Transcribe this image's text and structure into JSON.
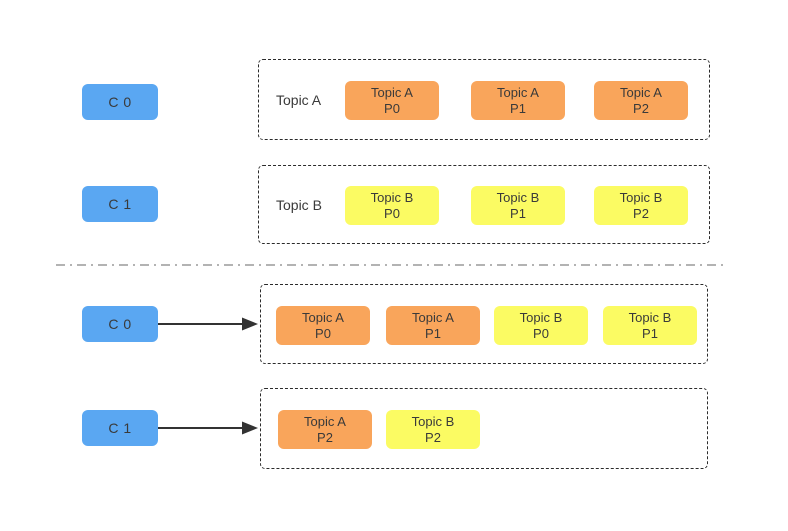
{
  "colors": {
    "consumer": "#5aa7f2",
    "topic_a": "#f9a55b",
    "topic_b": "#fbfb63",
    "box_text": "#3a3a3a",
    "border": "#2b2b2b",
    "divider": "#b3b3b3",
    "arrow": "#333333",
    "background": "#ffffff"
  },
  "top": {
    "consumers": [
      "C 0",
      "C 1"
    ],
    "topics": [
      {
        "label": "Topic A",
        "partitions": [
          {
            "topic": "Topic A",
            "partition": "P0"
          },
          {
            "topic": "Topic A",
            "partition": "P1"
          },
          {
            "topic": "Topic A",
            "partition": "P2"
          }
        ]
      },
      {
        "label": "Topic B",
        "partitions": [
          {
            "topic": "Topic B",
            "partition": "P0"
          },
          {
            "topic": "Topic B",
            "partition": "P1"
          },
          {
            "topic": "Topic B",
            "partition": "P2"
          }
        ]
      }
    ]
  },
  "bottom": {
    "assignments": [
      {
        "consumer": "C 0",
        "partitions": [
          {
            "topic": "Topic A",
            "partition": "P0"
          },
          {
            "topic": "Topic A",
            "partition": "P1"
          },
          {
            "topic": "Topic B",
            "partition": "P0"
          },
          {
            "topic": "Topic B",
            "partition": "P1"
          }
        ]
      },
      {
        "consumer": "C 1",
        "partitions": [
          {
            "topic": "Topic A",
            "partition": "P2"
          },
          {
            "topic": "Topic B",
            "partition": "P2"
          }
        ]
      }
    ]
  }
}
